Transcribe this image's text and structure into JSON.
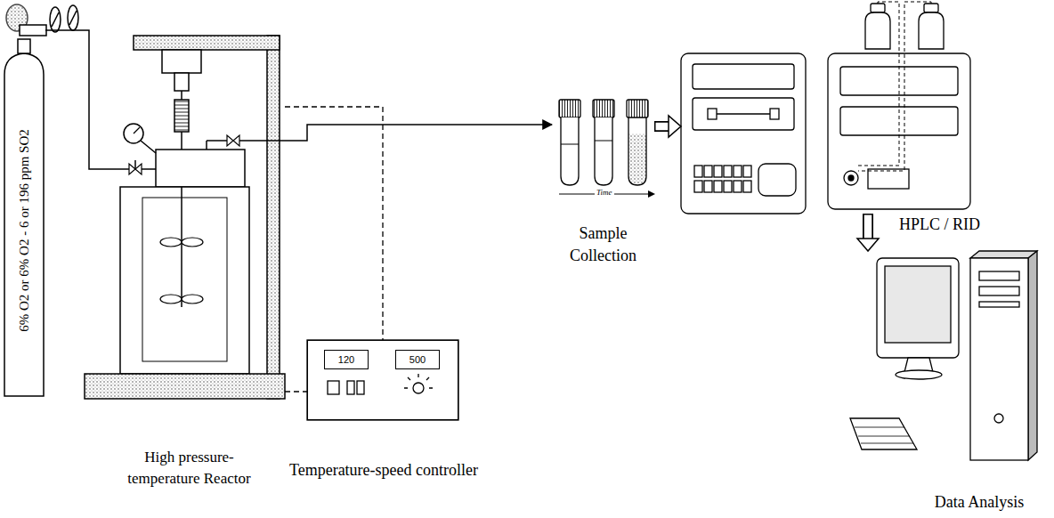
{
  "diagram": {
    "nodes": [
      {
        "text": [
          "6% O2 or 6% O2 - 6 or 196 ppm SO2"
        ]
      },
      {
        "text": [
          "High pressure-temperature Reactor"
        ]
      },
      {
        "text": [
          "Temperature-speed controller"
        ]
      },
      {
        "text": [
          "120"
        ],
        "in": 2
      },
      {
        "text": [
          "500"
        ],
        "in": 2
      },
      {
        "text": [
          "Sample Collection"
        ]
      },
      {
        "text": [
          "HPLC / RID"
        ]
      },
      {
        "text": [
          "Data Analysis"
        ]
      }
    ],
    "edges": [
      {
        "from": 0,
        "to": 1,
        "arrow": "none"
      },
      {
        "from": 1,
        "to": 5,
        "arrow": "to"
      },
      {
        "from": 5,
        "to": 6,
        "arrow": "to"
      },
      {
        "from": 6,
        "to": 7,
        "arrow": "to"
      },
      {
        "from": 1,
        "to": 2,
        "arrow": "none"
      },
      {
        "from": 1,
        "to": 2,
        "arrow": "none"
      }
    ],
    "labels": [
      "Time"
    ]
  }
}
